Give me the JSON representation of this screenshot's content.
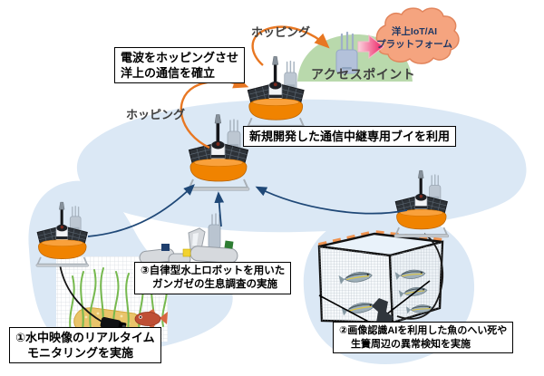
{
  "labels": {
    "hopping_top": "ホッピング",
    "hopping_left": "ホッピング",
    "access_point": "アクセスポイント",
    "cloud_line1": "洋上IoT/AI",
    "cloud_line2": "プラットフォーム"
  },
  "callouts": {
    "radio_hopping": {
      "line1": "電波をホッピングさせ",
      "line2": "洋上の通信を確立"
    },
    "relay_buoy": {
      "text": "新規開発した通信中継専用ブイを利用"
    },
    "step1": {
      "line1": "①水中映像のリアルタイム",
      "line2": "モニタリングを実施"
    },
    "step2": {
      "line1": "②画像認識AIを利用した魚のへい死や",
      "line2": "生簀周辺の異常検知を実施"
    },
    "step3": {
      "line1": "③自律型水上ロボットを用いた",
      "line2": "ガンガゼの生息調査の実施"
    }
  },
  "icons": {
    "access_point": "wifi-access-point-icon",
    "cloud": "offshore-iot-ai-platform-cloud",
    "buoys": [
      "relay-buoy-upper",
      "relay-buoy-center",
      "monitoring-buoy-left",
      "cage-buoy-right"
    ],
    "camera_left": "underwater-camera-icon",
    "camera_cage": "cage-camera-icon",
    "robot": "autonomous-surface-robot-icon",
    "fish_cage": "fish-cage-icon"
  },
  "colors": {
    "water_blob": "#dbe8f5",
    "hill_green": "#b9d9ac",
    "cloud_fill": "#f5a47f",
    "cloud_stroke": "#e2855c",
    "cloud_text": "#1f3864",
    "buoy_orange": "#f08300",
    "arrow_orange": "#e87722",
    "arrow_navy": "#1f4877",
    "pink_arrow": "#ec1e62",
    "sand": "#e9c46a",
    "seaweed": "#76b94e",
    "float_orange": "#ef9350"
  }
}
